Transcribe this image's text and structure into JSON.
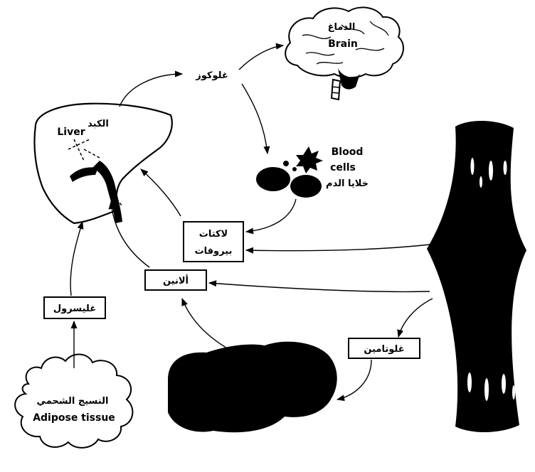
{
  "organs": {
    "brain": {
      "label_ar": "الدماغ",
      "label_en": "Brain"
    },
    "liver": {
      "label_ar": "الكبد",
      "label_en": "Liver"
    },
    "blood_cells": {
      "label_en_1": "Blood",
      "label_en_2": "cells",
      "label_ar": "خلايا الدم"
    },
    "adipose": {
      "label_ar": "النسيج الشحمي",
      "label_en": "Adipose tissue"
    }
  },
  "metabolites": {
    "glucose": "غلوكوز",
    "lactate_line1": "لاكتات",
    "lactate_line2": "بيروفات",
    "alanine": "ألانين",
    "glycerol": "غليسرول",
    "glutamine": "غلوتامين"
  }
}
